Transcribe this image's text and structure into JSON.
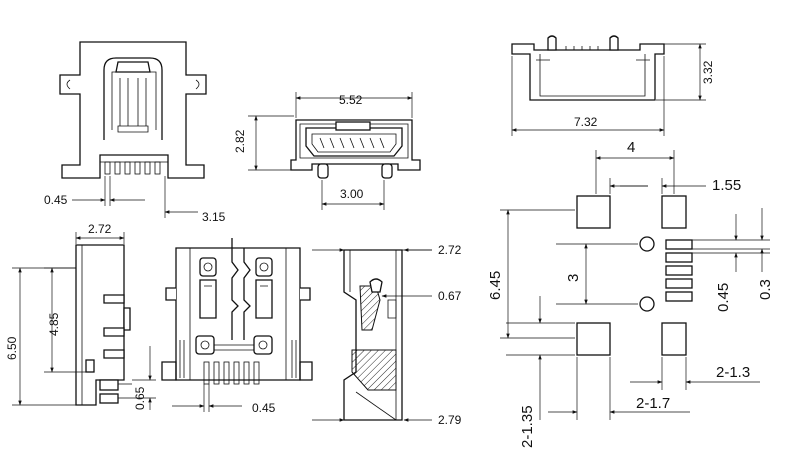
{
  "dimensions": {
    "front_045": "0.45",
    "front_315": "3.15",
    "top_552": "5.52",
    "top_282": "2.82",
    "top_300": "3.00",
    "rear_332": "3.32",
    "rear_732": "7.32",
    "side_272": "2.72",
    "side_650": "6.50",
    "side_485": "4.85",
    "side_065": "0.65",
    "bottom_045": "0.45",
    "sect_272": "2.72",
    "sect_067": "0.67",
    "sect_279": "2.79",
    "pcb_4": "4",
    "pcb_155": "1.55",
    "pcb_645": "6.45",
    "pcb_3": "3",
    "pcb_045": "0.45",
    "pcb_03": "0.3",
    "pcb_2_13": "2-1.3",
    "pcb_2_17": "2-1.7",
    "pcb_2_135": "2-1.35"
  }
}
